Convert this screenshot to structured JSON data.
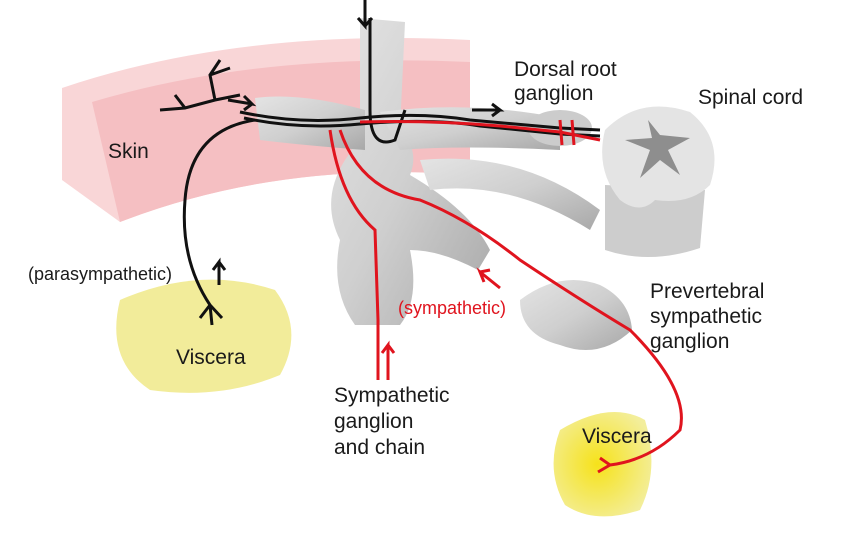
{
  "diagram": {
    "title": "Autonomic and somatic afferent pathways",
    "colors": {
      "skin": "#f7c6c8",
      "tissue_gray": "#c9c9c9",
      "gray_matter": "#8e8e8e",
      "viscera": "#f2ec9a",
      "viscera_glow": "#f5e31a",
      "sympathetic": "#e0141e",
      "somatic": "#111111"
    },
    "labels": {
      "skin": "Skin",
      "drg_line1": "Dorsal root",
      "drg_line2": "ganglion",
      "spinal_cord": "Spinal cord",
      "parasympathetic": "(parasympathetic)",
      "viscera_left": "Viscera",
      "sympathetic": "(sympathetic)",
      "prevertebral_line1": "Prevertebral",
      "prevertebral_line2": "sympathetic",
      "prevertebral_line3": "ganglion",
      "chain_line1": "Sympathetic",
      "chain_line2": "ganglion",
      "chain_line3": "and chain",
      "viscera_right": "Viscera"
    }
  }
}
